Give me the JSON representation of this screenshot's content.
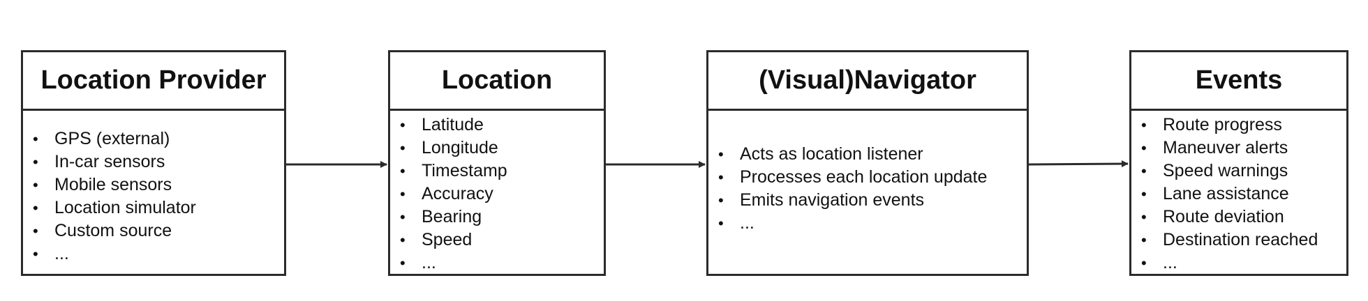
{
  "boxes": [
    {
      "title": "Location Provider",
      "items": [
        "GPS (external)",
        "In-car sensors",
        "Mobile sensors",
        "Location simulator",
        "Custom source",
        "..."
      ]
    },
    {
      "title": "Location",
      "items": [
        "Latitude",
        "Longitude",
        "Timestamp",
        "Accuracy",
        "Bearing",
        "Speed",
        "..."
      ]
    },
    {
      "title": "(Visual)Navigator",
      "items": [
        "Acts as location listener",
        "Processes each location update",
        "Emits navigation events",
        "..."
      ]
    },
    {
      "title": "Events",
      "items": [
        "Route progress",
        "Maneuver alerts",
        "Speed warnings",
        "Lane assistance",
        "Route deviation",
        "Destination reached",
        "..."
      ]
    }
  ],
  "bullet": "•",
  "colors": {
    "border": "#2b2b2b",
    "text": "#111111",
    "arrow": "#2b2b2b"
  }
}
